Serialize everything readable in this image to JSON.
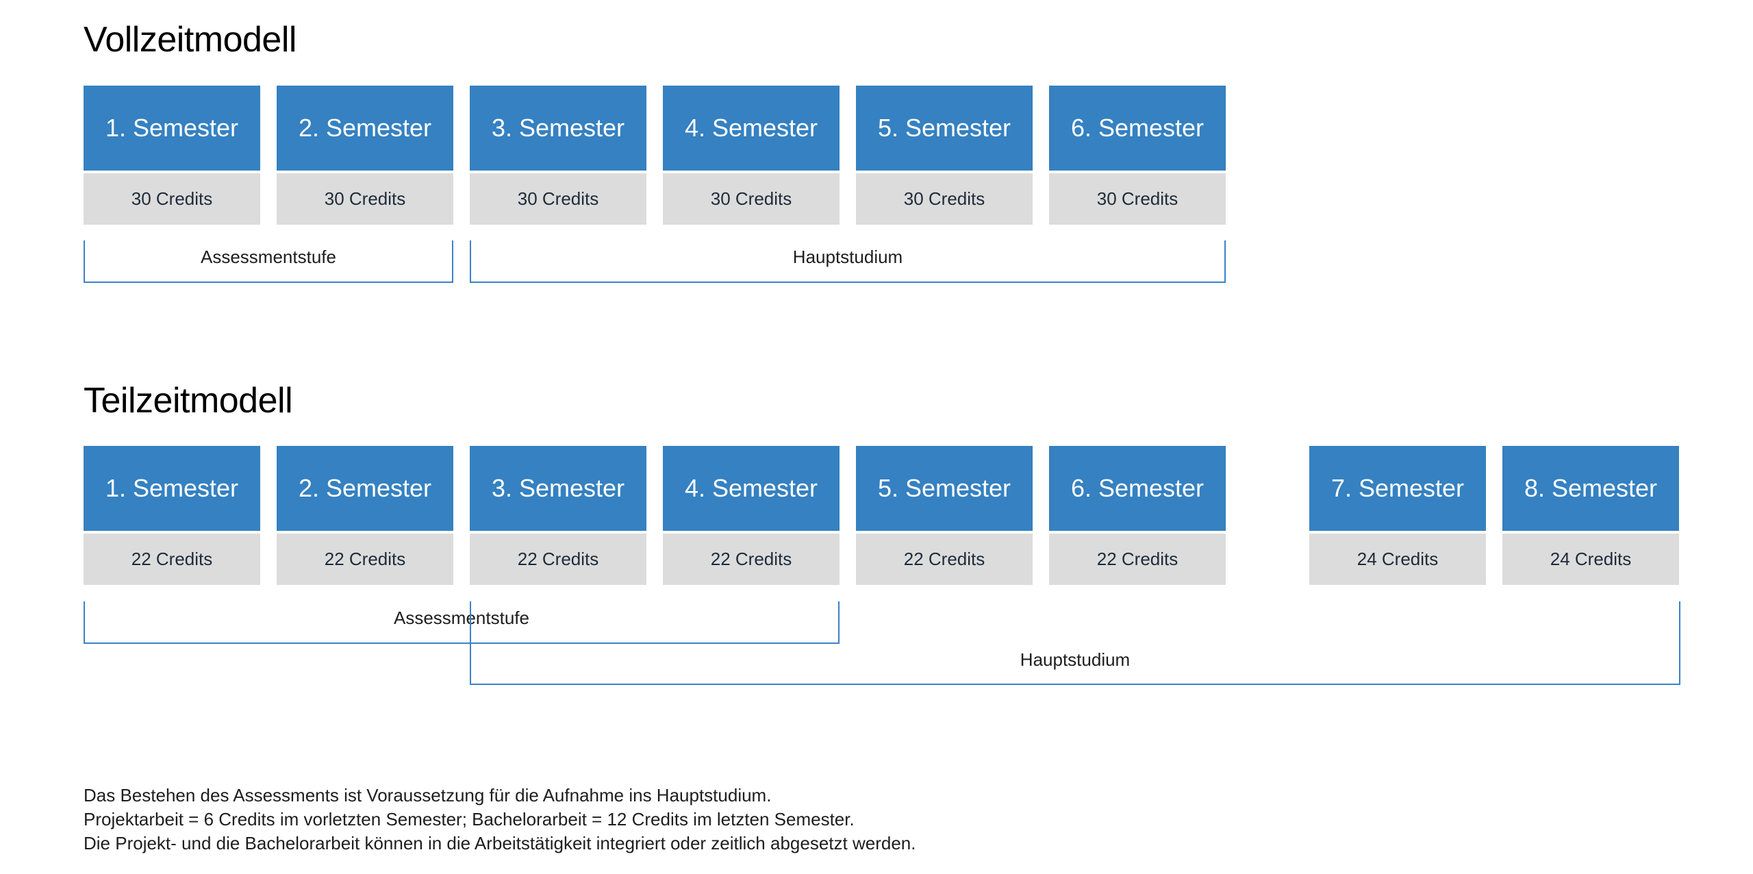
{
  "fulltime": {
    "title": "Vollzeitmodell",
    "semesters": [
      {
        "label": "1. Semester",
        "credits": "30 Credits"
      },
      {
        "label": "2. Semester",
        "credits": "30 Credits"
      },
      {
        "label": "3. Semester",
        "credits": "30 Credits"
      },
      {
        "label": "4. Semester",
        "credits": "30 Credits"
      },
      {
        "label": "5. Semester",
        "credits": "30 Credits"
      },
      {
        "label": "6. Semester",
        "credits": "30 Credits"
      }
    ],
    "assessment_label": "Assessmentstufe",
    "main_label": "Hauptstudium"
  },
  "parttime": {
    "title": "Teilzeitmodell",
    "semesters": [
      {
        "label": "1. Semester",
        "credits": "22 Credits"
      },
      {
        "label": "2. Semester",
        "credits": "22 Credits"
      },
      {
        "label": "3. Semester",
        "credits": "22 Credits"
      },
      {
        "label": "4. Semester",
        "credits": "22 Credits"
      },
      {
        "label": "5. Semester",
        "credits": "22 Credits"
      },
      {
        "label": "6. Semester",
        "credits": "22 Credits"
      },
      {
        "label": "7. Semester",
        "credits": "24 Credits"
      },
      {
        "label": "8. Semester",
        "credits": "24 Credits"
      }
    ],
    "assessment_label": "Assessmentstufe",
    "main_label": "Hauptstudium"
  },
  "colors": {
    "semester_header": "#3581c1",
    "credits_background": "#dcdcdc",
    "bracket_line": "#3b82c8"
  },
  "notes": [
    "Das Bestehen des Assessments ist Voraussetzung für die Aufnahme ins Hauptstudium.",
    "Projektarbeit = 6 Credits im vorletzten Semester; Bachelorarbeit = 12 Credits im letzten Semester.",
    "Die Projekt- und die Bachelorarbeit können in die Arbeitstätigkeit integriert oder zeitlich abgesetzt werden."
  ]
}
